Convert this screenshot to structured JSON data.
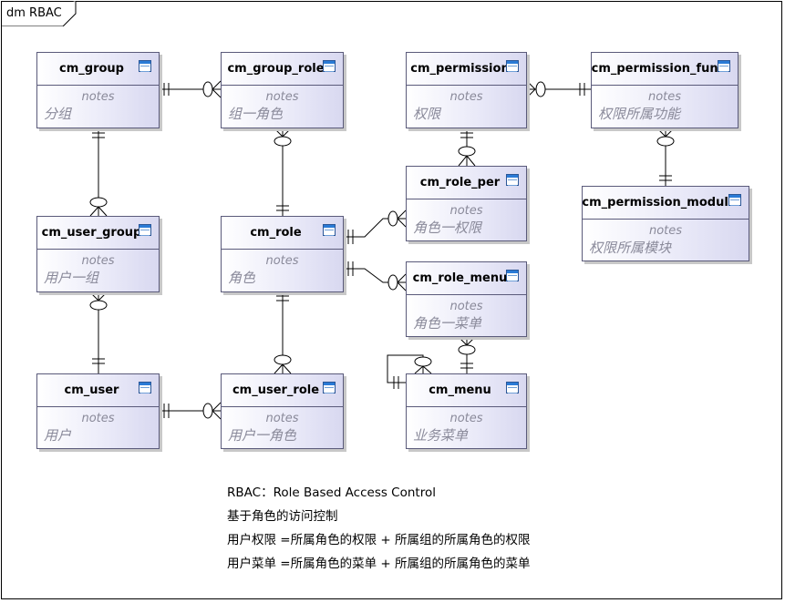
{
  "diagram": {
    "frame_title": "dm RBAC",
    "entities": {
      "cm_group": {
        "name": "cm_group",
        "notes_label": "notes",
        "note": "分组"
      },
      "cm_group_role": {
        "name": "cm_group_role",
        "notes_label": "notes",
        "note": "组一角色"
      },
      "cm_permission": {
        "name": "cm_permission",
        "notes_label": "notes",
        "note": "权限"
      },
      "cm_permission_func": {
        "name": "cm_permission_func",
        "notes_label": "notes",
        "note": "权限所属功能"
      },
      "cm_role_per": {
        "name": "cm_role_per",
        "notes_label": "notes",
        "note": "角色一权限"
      },
      "cm_permission_module": {
        "name": "cm_permission_module",
        "notes_label": "notes",
        "note": "权限所属模块"
      },
      "cm_user_group": {
        "name": "cm_user_group",
        "notes_label": "notes",
        "note": "用户一组"
      },
      "cm_role": {
        "name": "cm_role",
        "notes_label": "notes",
        "note": "角色"
      },
      "cm_role_menu": {
        "name": "cm_role_menu",
        "notes_label": "notes",
        "note": "角色一菜单"
      },
      "cm_user": {
        "name": "cm_user",
        "notes_label": "notes",
        "note": "用户"
      },
      "cm_user_role": {
        "name": "cm_user_role",
        "notes_label": "notes",
        "note": "用户一角色"
      },
      "cm_menu": {
        "name": "cm_menu",
        "notes_label": "notes",
        "note": "业务菜单"
      }
    },
    "caption": [
      "RBAC：Role Based Access Control",
      "基于角色的访问控制",
      "用户权限 =所属角色的权限 + 所属组的所属角色的权限",
      "用户菜单 =所属角色的菜单 + 所属组的所属角色的菜单"
    ]
  }
}
